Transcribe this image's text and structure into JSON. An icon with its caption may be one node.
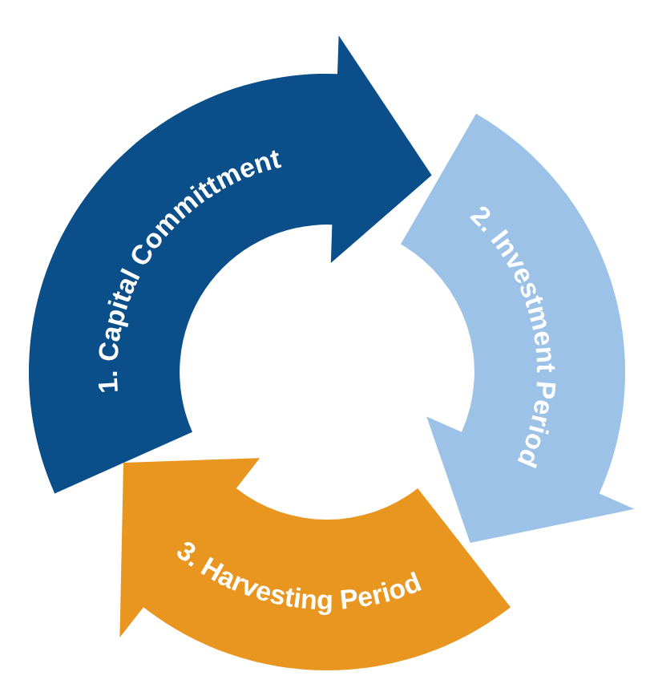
{
  "diagram": {
    "nodes": [
      {
        "text": [
          "1. Capital Committment"
        ]
      },
      {
        "text": [
          "2. Investment Period"
        ]
      },
      {
        "text": [
          "3. Harvesting Period"
        ]
      }
    ]
  }
}
